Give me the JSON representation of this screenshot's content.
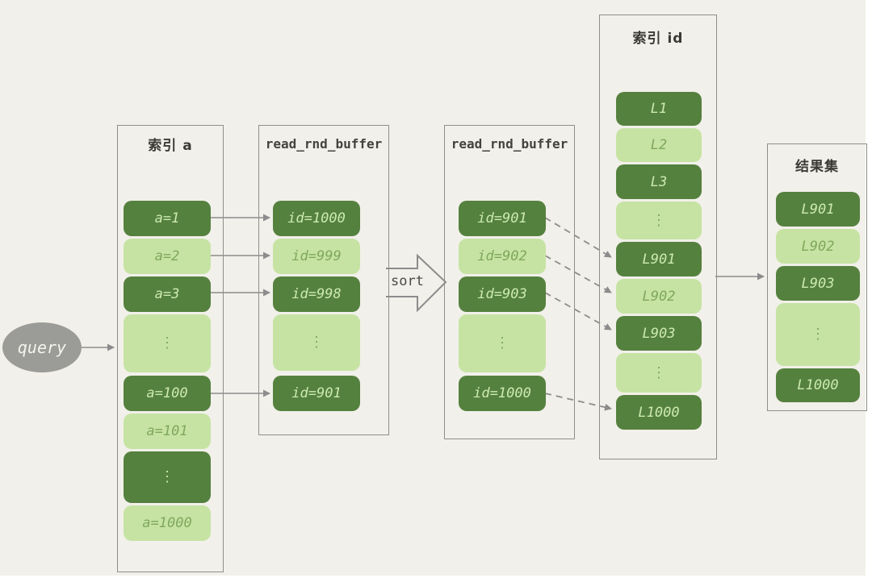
{
  "diagram": {
    "labels": {
      "query": "query",
      "sort": "sort"
    },
    "columns": {
      "index_a": {
        "title": "索引 a",
        "boxes": [
          {
            "label": "a=1",
            "tone": "dark"
          },
          {
            "label": "a=2",
            "tone": "light"
          },
          {
            "label": "a=3",
            "tone": "dark"
          },
          {
            "label": "⋮",
            "tone": "light"
          },
          {
            "label": "a=100",
            "tone": "dark"
          },
          {
            "label": "a=101",
            "tone": "light"
          },
          {
            "label": "⋮",
            "tone": "dark"
          },
          {
            "label": "a=1000",
            "tone": "light"
          }
        ]
      },
      "rnd_buffer_unsorted": {
        "title": "read_rnd_buffer",
        "boxes": [
          {
            "label": "id=1000",
            "tone": "dark"
          },
          {
            "label": "id=999",
            "tone": "light"
          },
          {
            "label": "id=998",
            "tone": "dark"
          },
          {
            "label": "⋮",
            "tone": "light"
          },
          {
            "label": "id=901",
            "tone": "dark"
          }
        ]
      },
      "rnd_buffer_sorted": {
        "title": "read_rnd_buffer",
        "boxes": [
          {
            "label": "id=901",
            "tone": "dark"
          },
          {
            "label": "id=902",
            "tone": "light"
          },
          {
            "label": "id=903",
            "tone": "dark"
          },
          {
            "label": "⋮",
            "tone": "light"
          },
          {
            "label": "id=1000",
            "tone": "dark"
          }
        ]
      },
      "index_id": {
        "title": "索引 id",
        "boxes": [
          {
            "label": "L1",
            "tone": "dark"
          },
          {
            "label": "L2",
            "tone": "light"
          },
          {
            "label": "L3",
            "tone": "dark"
          },
          {
            "label": "⋮",
            "tone": "light"
          },
          {
            "label": "L901",
            "tone": "dark"
          },
          {
            "label": "L902",
            "tone": "light"
          },
          {
            "label": "L903",
            "tone": "dark"
          },
          {
            "label": "⋮",
            "tone": "light"
          },
          {
            "label": "L1000",
            "tone": "dark"
          }
        ]
      },
      "result_set": {
        "title": "结果集",
        "boxes": [
          {
            "label": "L901",
            "tone": "dark"
          },
          {
            "label": "L902",
            "tone": "light"
          },
          {
            "label": "L903",
            "tone": "dark"
          },
          {
            "label": "⋮",
            "tone": "light"
          },
          {
            "label": "L1000",
            "tone": "dark"
          }
        ]
      }
    },
    "colors": {
      "dark_green": "#55813f",
      "light_green": "#c6e3a3",
      "dark_box_text": "#cdeab0",
      "light_box_text": "#7fa75c",
      "background": "#f2f0ea",
      "panel_border": "#8f8e8a",
      "arrow": "#8c8c8c",
      "query_fill": "#9b9b97"
    }
  }
}
